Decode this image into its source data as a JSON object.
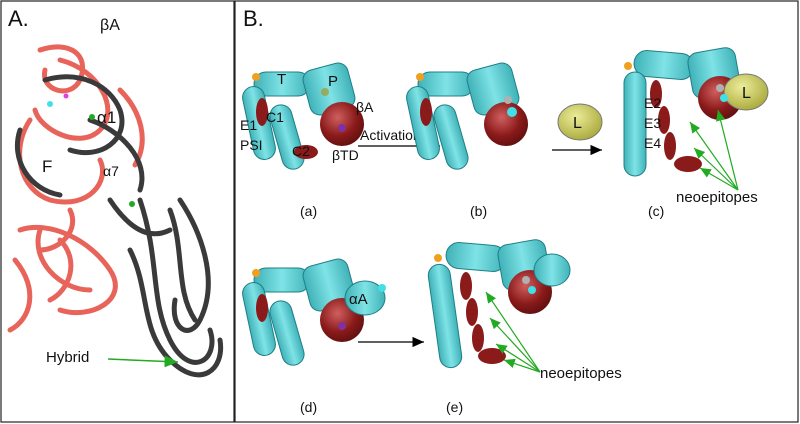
{
  "panels": {
    "a": {
      "heading": "A.",
      "title": "βA",
      "labels": {
        "alpha1": "α1",
        "f": "F",
        "alpha7": "α7",
        "hybrid": "Hybrid"
      }
    },
    "b": {
      "heading": "B.",
      "domain_labels": {
        "T": "T",
        "P": "P",
        "E1": "E1",
        "C1": "C1",
        "PSI": "PSI",
        "C2": "C2",
        "betaA": "βA",
        "betaTD": "βTD"
      },
      "arrow_label": "Activation",
      "ligand": "L",
      "egf_labels": [
        "E2",
        "E3",
        "E4"
      ],
      "alphaA": "αA",
      "neoepitopes": "neoepitopes",
      "sublabels": [
        "(a)",
        "(b)",
        "(c)",
        "(d)",
        "(e)"
      ]
    }
  },
  "colors": {
    "cyan": "#5fd3d6",
    "cyan_edge": "#1f7f86",
    "maroon": "#8b1a1a",
    "maroon_light": "#b04a4a",
    "olive": "#c8c85a",
    "ribbon_red": "#e8645a",
    "ribbon_dark": "#3a3a3a",
    "arrow_green": "#22aa22"
  }
}
